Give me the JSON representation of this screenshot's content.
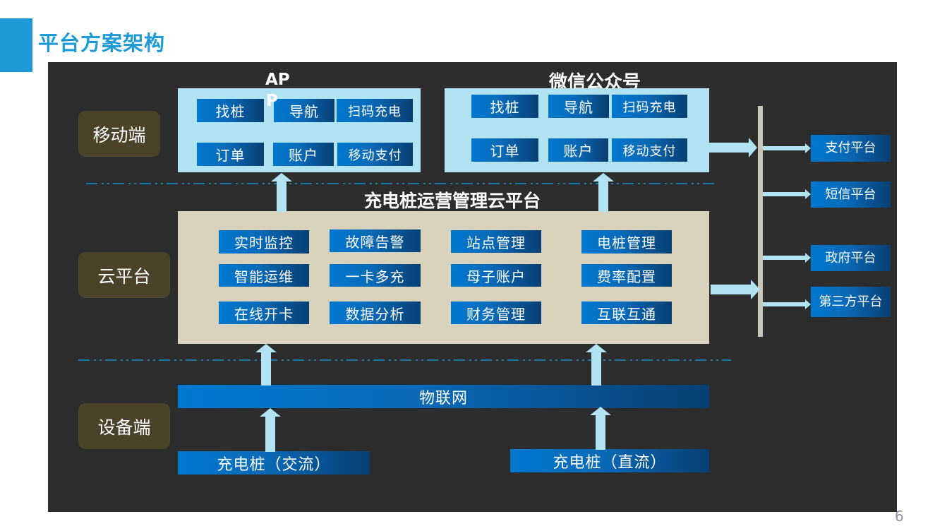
{
  "slide": {
    "title": "平台方案架构",
    "page_number": "6"
  },
  "layers": {
    "mobile": "移动端",
    "cloud": "云平台",
    "device": "设备端"
  },
  "app": {
    "heading_line1": "AP",
    "heading_line2": "P",
    "items": [
      "找桩",
      "导航",
      "扫码充电",
      "订单",
      "账户",
      "移动支付"
    ]
  },
  "wechat": {
    "heading": "微信公众号",
    "items": [
      "找桩",
      "导航",
      "扫码充电",
      "订单",
      "账户",
      "移动支付"
    ]
  },
  "cloud_platform": {
    "heading": "充电桩运营管理云平台",
    "items": [
      "实时监控",
      "故障告警",
      "站点管理",
      "电桩管理",
      "智能运维",
      "一卡多充",
      "母子账户",
      "费率配置",
      "在线开卡",
      "数据分析",
      "财务管理",
      "互联互通"
    ]
  },
  "iot": {
    "label": "物联网"
  },
  "devices": {
    "ac": "充电桩（交流）",
    "dc": "充电桩（直流）"
  },
  "external": {
    "items": [
      "支付平台",
      "短信平台",
      "政府平台",
      "第三方平台"
    ]
  },
  "colors": {
    "accent": "#1e9bd7",
    "panel_bg": "#2d2d2d",
    "app_box": "#b1e3f2",
    "cloud_box": "#d8d2bc",
    "layer_label": "#4a4229",
    "button_start": "#0078cf",
    "button_end": "#073f73"
  }
}
